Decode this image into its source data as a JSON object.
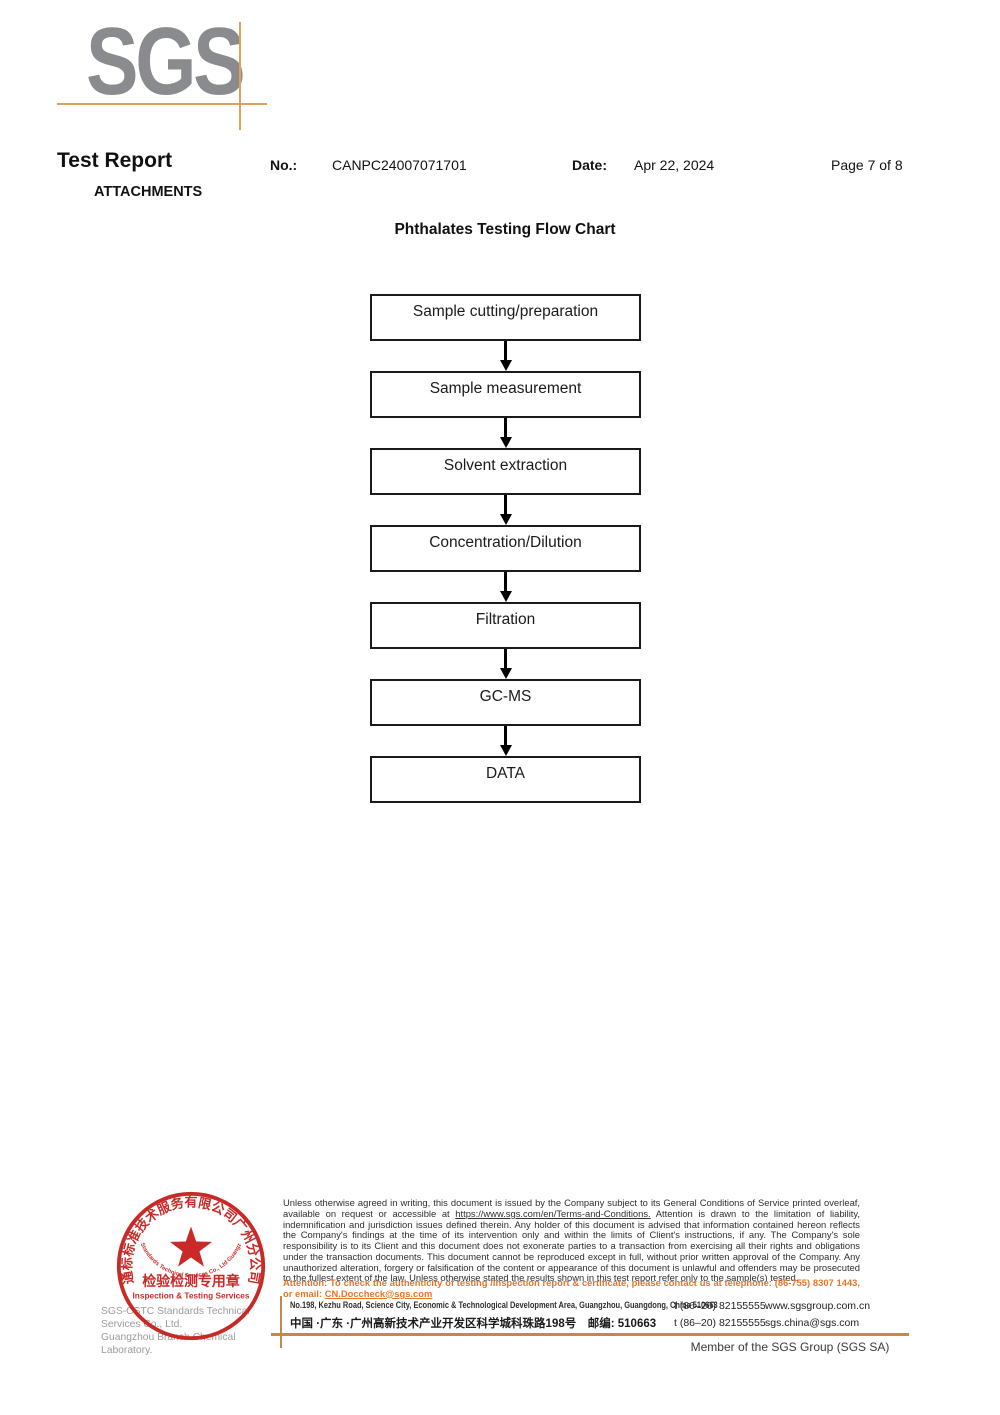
{
  "colors": {
    "logo_gray": "#8a8b8e",
    "crosshair_orange": "#dfa15a",
    "rule_brown": "#c08a4e",
    "attention_orange": "#e8752a",
    "stamp_red": "#c81f1c"
  },
  "logo": {
    "text": "SGS"
  },
  "header": {
    "title": "Test Report",
    "attachments": "ATTACHMENTS",
    "no_label": "No.:",
    "no_value": "CANPC24007071701",
    "date_label": "Date:",
    "date_value": "Apr 22, 2024",
    "page": "Page 7 of 8"
  },
  "flowchart": {
    "title": "Phthalates Testing Flow Chart",
    "steps": [
      "Sample cutting/preparation",
      "Sample measurement",
      "Solvent extraction",
      "Concentration/Dilution",
      "Filtration",
      "GC-MS",
      "DATA"
    ]
  },
  "stamp": {
    "arc_top": "通标标准技术服务有限公司广州分公司",
    "arc_bottom": "SGS-CSTC Standards Technical Services Co., Ltd Guangzhou Branch",
    "center_cn": "检验检测专用章",
    "center_en": "Inspection & Testing Services"
  },
  "company": {
    "line1": "SGS-CSTC Standards Technical Services Co., Ltd.",
    "line2": "Guangzhou Branch Chemical Laboratory."
  },
  "legal": {
    "part1": "Unless otherwise agreed in writing, this document is issued by the Company subject to its General Conditions of Service printed overleaf, available on request or accessible at ",
    "link": "https://www.sgs.com/en/Terms-and-Conditions.",
    "part2": " Attention is drawn to the limitation of liability, indemnification and jurisdiction issues defined therein. Any holder of this document is advised that information contained hereon reflects the Company's findings at the time of its intervention only and within the limits of Client's instructions, if any. The Company's sole responsibility is to its Client and this document does not exonerate parties to a transaction from exercising all their rights and obligations under the transaction documents. This document cannot be reproduced except in full, without prior written approval of the Company. Any unauthorized alteration, forgery or falsification of the content or appearance of this document is unlawful and offenders may be prosecuted to the fullest extent of the law. Unless otherwise stated the results shown in this test report refer only to the sample(s) tested.",
    "attention_prefix": "Attention: To check the authenticity of testing /inspection report & certificate, please contact us at telephone: (86-755) 8307 1443, or email: ",
    "attention_email": "CN.Doccheck@sgs.com"
  },
  "contact": {
    "address_en": "No.198, Kezhu Road, Science City, Economic & Technological Development Area, Guangzhou, Guangdong, China 510663",
    "address_cn": "中国 ·广东 ·广州高新技术产业开发区科学城科珠路198号　邮编: 510663",
    "tel1": "t (86–20) 82155555",
    "tel2": "t (86–20) 82155555",
    "web": "www.sgsgroup.com.cn",
    "email": "sgs.china@sgs.com"
  },
  "member": "Member of the SGS Group (SGS SA)"
}
